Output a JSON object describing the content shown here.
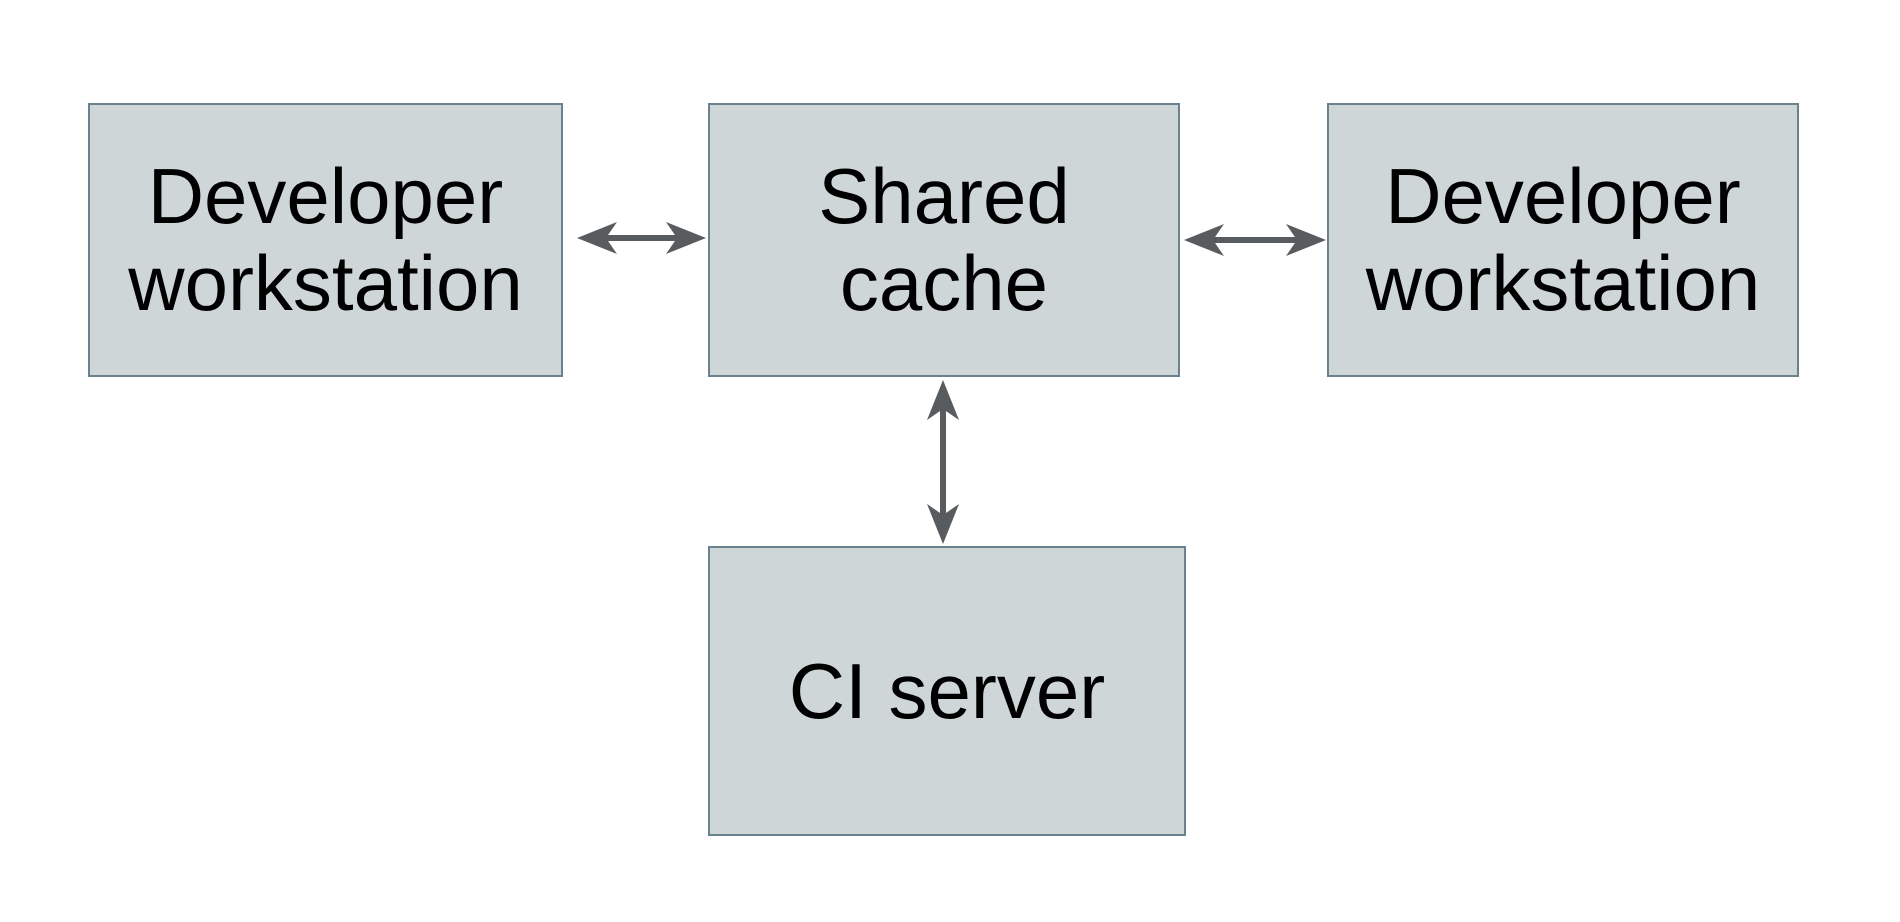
{
  "diagram": {
    "type": "architecture-diagram",
    "nodes": {
      "dev_left": {
        "label": "Developer\nworkstation"
      },
      "shared_cache": {
        "label": "Shared\ncache"
      },
      "dev_right": {
        "label": "Developer\nworkstation"
      },
      "ci_server": {
        "label": "CI server"
      }
    },
    "edges": [
      {
        "from": "dev_left",
        "to": "shared_cache",
        "direction": "bidirectional"
      },
      {
        "from": "shared_cache",
        "to": "dev_right",
        "direction": "bidirectional"
      },
      {
        "from": "shared_cache",
        "to": "ci_server",
        "direction": "bidirectional"
      }
    ]
  },
  "colors": {
    "background": "#ffffff",
    "node_fill": "#ced6d8",
    "node_border": "#69828d",
    "arrow": "#595c5e",
    "text": "#000000"
  }
}
